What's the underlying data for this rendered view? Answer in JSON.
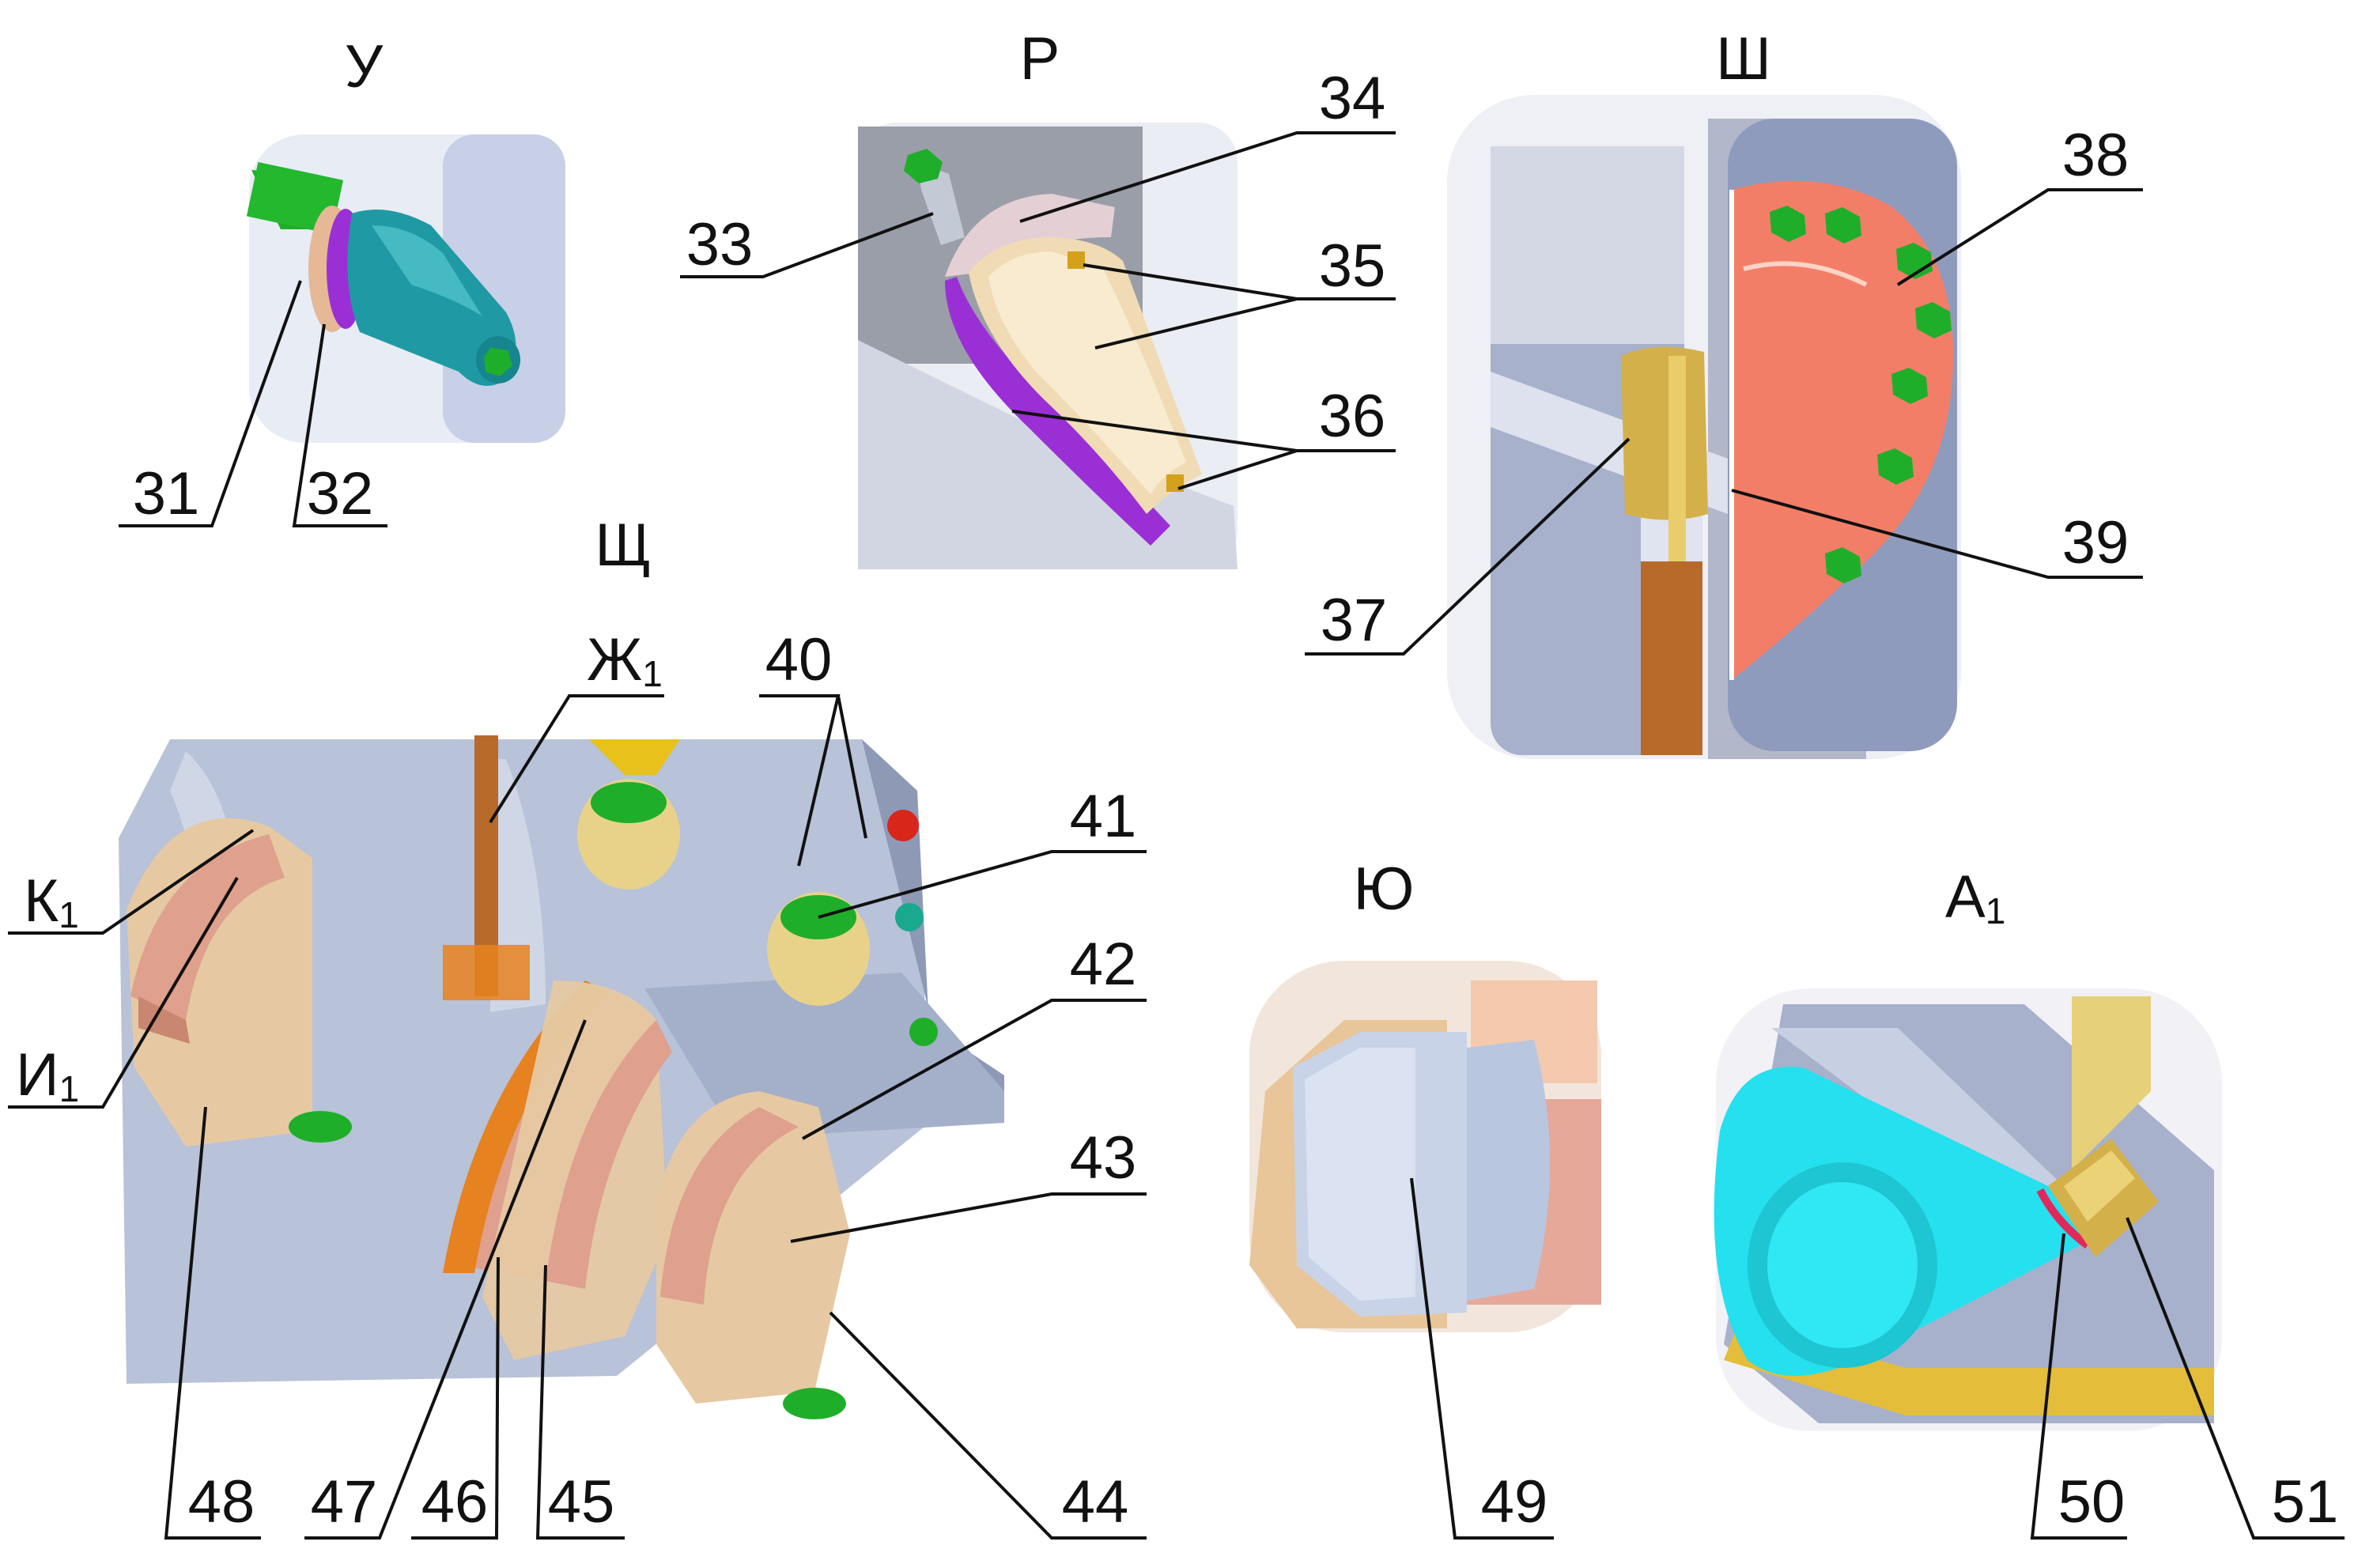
{
  "views": {
    "u": {
      "title": "У",
      "callouts": [
        "31",
        "32"
      ]
    },
    "r": {
      "title": "Р",
      "callouts": [
        "33",
        "34",
        "35",
        "36"
      ]
    },
    "sh": {
      "title": "Ш",
      "callouts": [
        "37",
        "38",
        "39"
      ]
    },
    "shch": {
      "title": "Щ",
      "refs": {
        "zh1": {
          "letter": "Ж",
          "index": "1"
        },
        "k1": {
          "letter": "К",
          "index": "1"
        },
        "i1": {
          "letter": "И",
          "index": "1"
        }
      },
      "callouts": [
        "40",
        "41",
        "42",
        "43",
        "44",
        "45",
        "46",
        "47",
        "48"
      ]
    },
    "yu": {
      "title": "Ю",
      "callouts": [
        "49"
      ]
    },
    "a1": {
      "title_letter": "А",
      "title_index": "1",
      "callouts": [
        "50",
        "51"
      ]
    }
  },
  "colors": {
    "housing": "#b8c2d8",
    "housing_dark": "#8e99b6",
    "bearing_shell": "#dfa08e",
    "bearing_dark": "#c98671",
    "cap_beige": "#e6c9a3",
    "green_bolt": "#1fae2a",
    "purple_gasket": "#9b2fd6",
    "teal_nozzle": "#1f9aa4",
    "orange_plate": "#f37e68",
    "brass": "#d4b04a",
    "copper_pipe": "#b86a2a",
    "orange_ring": "#e6821f",
    "cyan_part": "#25e0ee",
    "red_seal": "#e2285a"
  }
}
